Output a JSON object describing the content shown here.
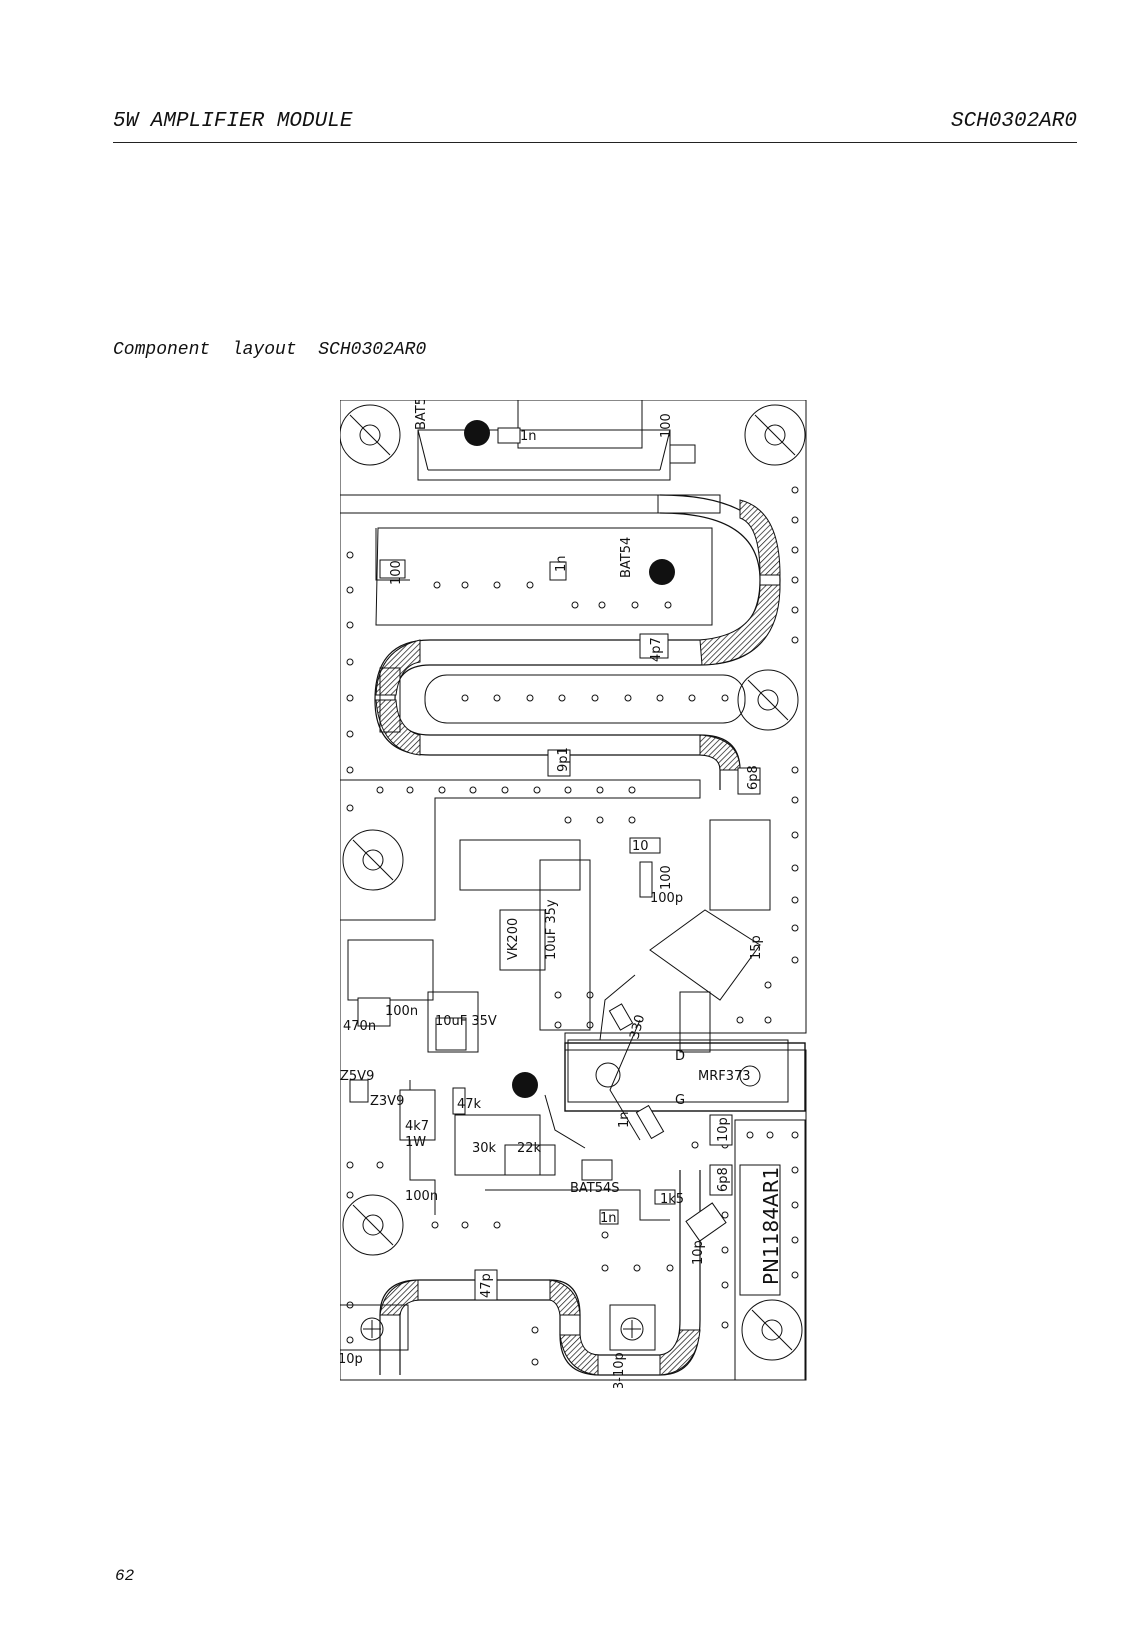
{
  "header": {
    "title": "5W AMPLIFIER MODULE",
    "doc_code": "SCH0302AR0"
  },
  "caption": "Component  layout  SCH0302AR0",
  "page_number": "62",
  "layout_labels": {
    "bat54_top": "BAT54",
    "cap_1n_top": "1n",
    "cap_100_top": "100",
    "cap_100_left": "100",
    "cap_1n_mid": "1n",
    "bat54_mid": "BAT54",
    "cap_4p7": "4p7",
    "cap_9p1": "9p1",
    "cap_6p8_top": "6p8",
    "cap_10": "10",
    "cap_100_small": "100",
    "cap_100p": "100p",
    "reg_vk200": "VK200",
    "cap_10uf_35y": "10uF 35y",
    "cap_15p": "15p",
    "cap_100n_top": "100n",
    "cap_470n": "470n",
    "cap_10uf_35v": "10uF 35V",
    "res_330": "330",
    "zener_1": "Z5V9",
    "zener_2": "Z3V9",
    "res_47k": "47k",
    "res_4k7": "4k7",
    "power_1w": "1W",
    "res_30k": "30k",
    "res_22k": "22k",
    "pin_d": "D",
    "pin_g": "G",
    "transistor": "MRF373",
    "cap_1n_right": "1n",
    "cap_10p_right": "10p",
    "cap_6p8_right": "6p8",
    "board_code": "PN1184AR1",
    "diode_bat54s": "BAT54S",
    "res_1k5": "1k5",
    "cap_100n_bottom": "100n",
    "cap_1n_bottom": "1n",
    "cap_10p_bottom": "10p",
    "cap_47p": "47p",
    "trim_left": "3-10p",
    "trim_right": "3-10p"
  }
}
